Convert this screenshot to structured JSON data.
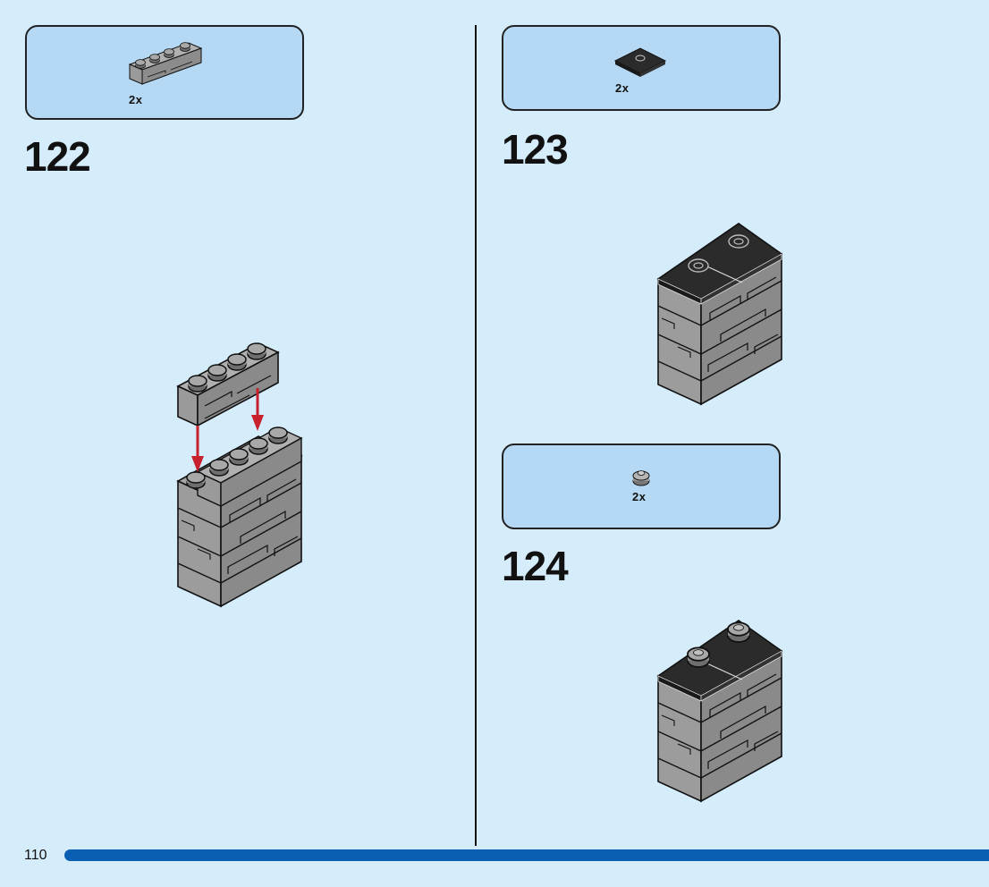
{
  "page_number": "110",
  "steps": [
    {
      "number": "122",
      "parts_qty": "2x",
      "part_icon": "brick-1x4-masonry-icon"
    },
    {
      "number": "123",
      "parts_qty": "2x",
      "part_icon": "tile-2x2-black-icon"
    },
    {
      "number": "124",
      "parts_qty": "2x",
      "part_icon": "round-plate-1x1-icon"
    }
  ],
  "colors": {
    "background": "#d5ecfb",
    "parts_box": "#b5d9f4",
    "brick_gray": "#a5a5a5",
    "tile_black": "#2b2b2b",
    "arrow_red": "#c8202d",
    "page_bar": "#0a5fb2"
  }
}
